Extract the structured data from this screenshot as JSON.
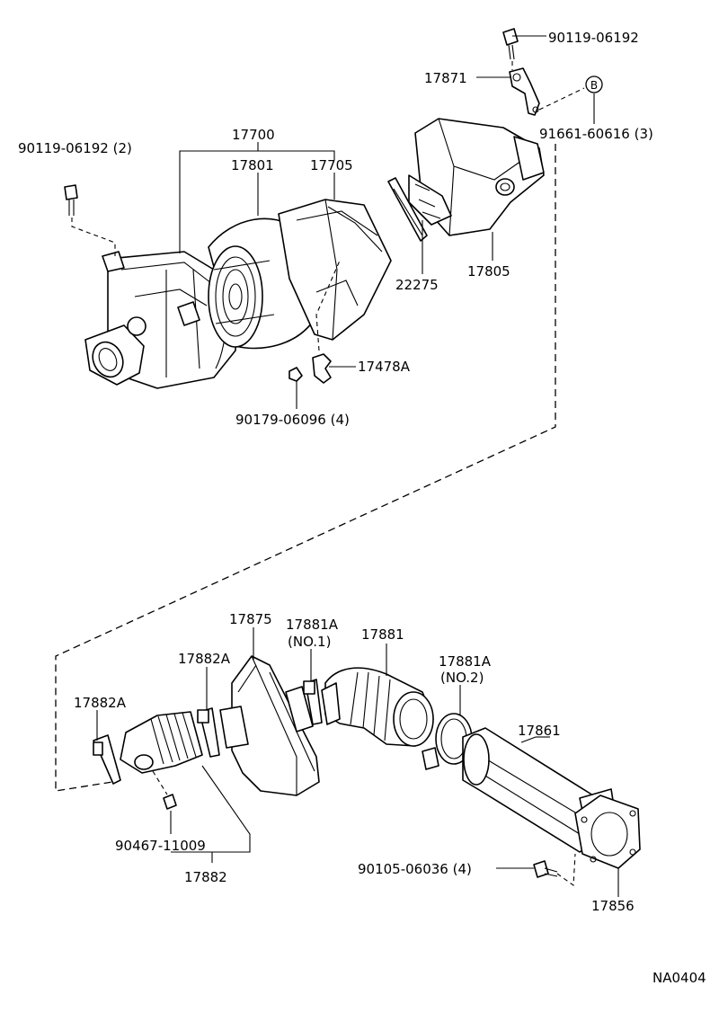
{
  "figure_code": "NA0404",
  "labels": {
    "bolt_top_right": "90119-06192",
    "bracket": "17871",
    "ref_b": "B",
    "bolt_b": "91661-60616 (3)",
    "assembly": "17700",
    "bolt_left": "90119-06192 (2)",
    "element": "17801",
    "cap": "17705",
    "gasket": "22275",
    "housing": "17805",
    "clip": "17478A",
    "nut": "90179-06096 (4)",
    "resonator": "17875",
    "clamp_no1": "17881A",
    "clamp_no1_note": "(NO.1)",
    "hose": "17881",
    "clamp_no2": "17881A",
    "clamp_no2_note": "(NO.2)",
    "clamp_upper": "17882A",
    "clamp_lower": "17882A",
    "duct": "17861",
    "hose_clamp_part": "90467-11009",
    "hose_assy": "17882",
    "bolt_bottom": "90105-06036 (4)",
    "flange_gasket": "17856"
  }
}
